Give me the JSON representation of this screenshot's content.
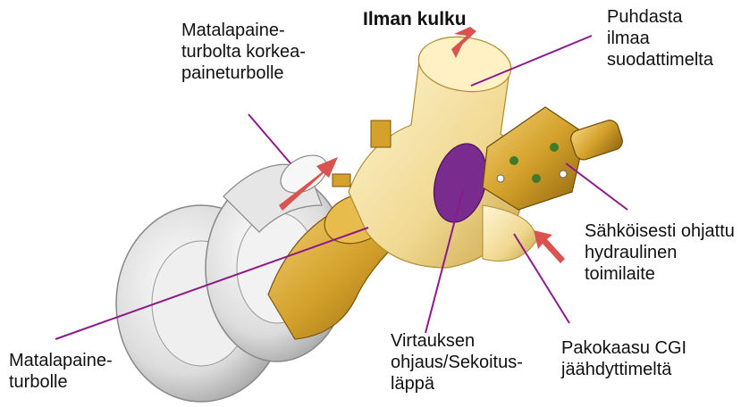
{
  "title": "Ilman kulku",
  "labels": {
    "low_to_high": [
      "Matalapaine-",
      "turbolta korkea-",
      "paineturbolle"
    ],
    "clean_air": [
      "Puhdasta",
      "ilmaa",
      "suodattimelta"
    ],
    "actuator": [
      "Sähköisesti ohjattu",
      "hydraulinen",
      "toimilaite"
    ],
    "exhaust_cgi": [
      "Pakokaasu CGI",
      "jäähdyttimeltä"
    ],
    "mixing_valve": [
      "Virtauksen",
      "ohjaus/Sekoitus-",
      "läppä"
    ],
    "low_pressure_turbo": [
      "Matalapaine-",
      "turbolle"
    ]
  },
  "colors": {
    "leader_line": "#8b1a8b",
    "flow_arrow": "#d9534f",
    "duct_gold": "#c9961e",
    "turbo_silver": "#d8d8d8",
    "valve_purple": "#7a2c8e"
  }
}
